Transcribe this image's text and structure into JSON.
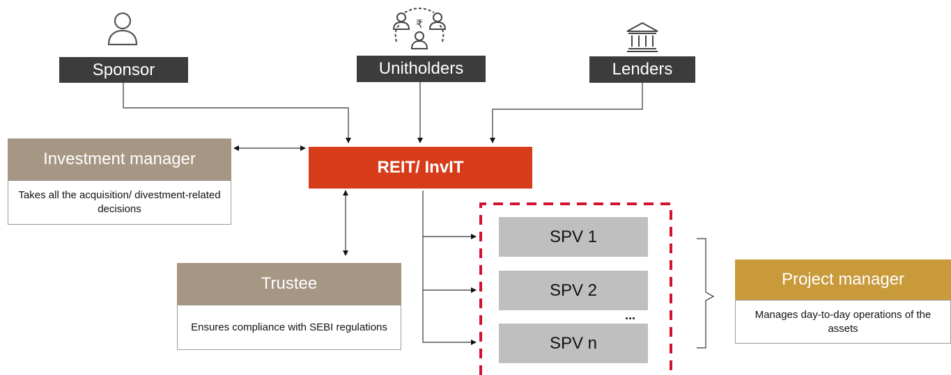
{
  "sponsor": {
    "label": "Sponsor",
    "icon": "person-icon"
  },
  "unitholders": {
    "label": "Unitholders",
    "icon": "people-rupee-icon"
  },
  "lenders": {
    "label": "Lenders",
    "icon": "bank-icon"
  },
  "investment_manager": {
    "title": "Investment manager",
    "description": "Takes all the acquisition/ divestment-related decisions"
  },
  "reit": {
    "label": "REIT/ InvIT"
  },
  "trustee": {
    "title": "Trustee",
    "description": "Ensures compliance with SEBI regulations"
  },
  "spvs": {
    "items": [
      "SPV 1",
      "SPV 2",
      "SPV n"
    ],
    "ellipsis": "..."
  },
  "project_manager": {
    "title": "Project manager",
    "description": "Manages day-to-day operations of the assets"
  },
  "icons": {
    "rupee_symbol": "₹"
  },
  "colors": {
    "dark_label": "#3c3c3c",
    "tan_header": "#a69684",
    "gold_header": "#c99a3a",
    "reit_red": "#d63c1a",
    "spv_grey": "#bfbfbf",
    "dashed_border": "#d3122f"
  }
}
